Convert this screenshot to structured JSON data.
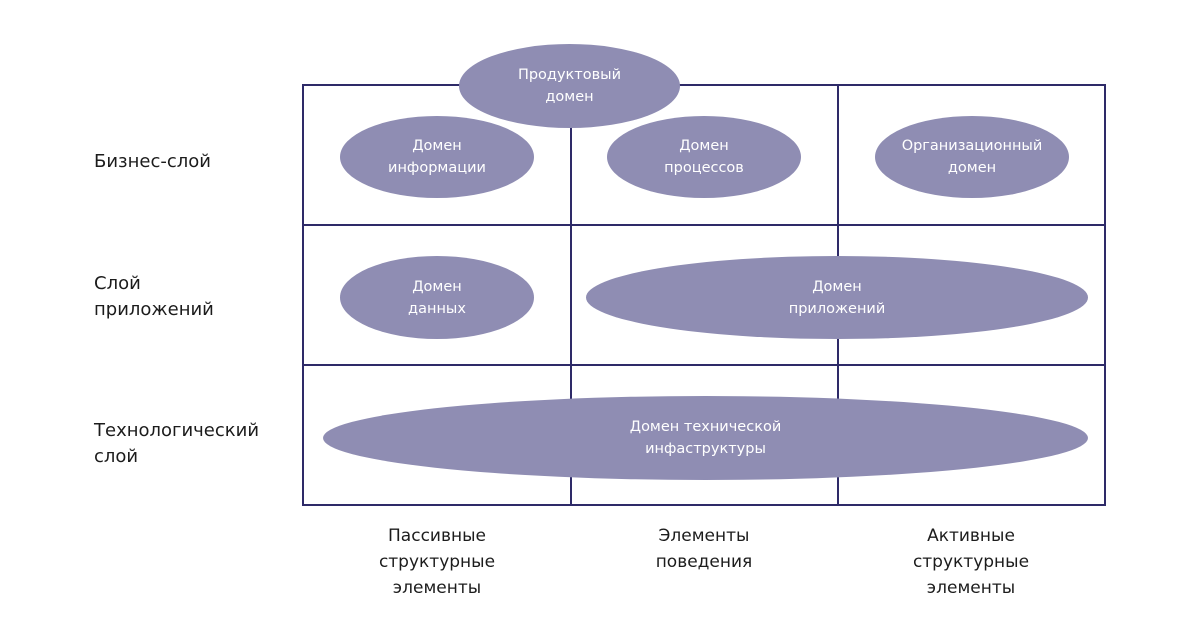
{
  "colors": {
    "grid_line": "#2e2a68",
    "domain_fill": "#8f8db3",
    "domain_text": "#ffffff",
    "label_text": "#1c1c1c"
  },
  "row_labels": {
    "business": "Бизнес-слой",
    "application": "Слой\nприложений",
    "technology": "Технологический\nслой"
  },
  "column_labels": {
    "passive": "Пассивные\nструктурные\nэлементы",
    "behavior": "Элементы\nповедения",
    "active": "Активные\nструктурные\nэлементы"
  },
  "domains": {
    "product": "Продуктовый\nдомен",
    "information": "Домен\nинформации",
    "process": "Домен\nпроцессов",
    "organization": "Организационный\nдомен",
    "data": "Домен\nданных",
    "application": "Домен\nприложений",
    "infrastructure": "Домен технической\nинфаструктуры"
  }
}
